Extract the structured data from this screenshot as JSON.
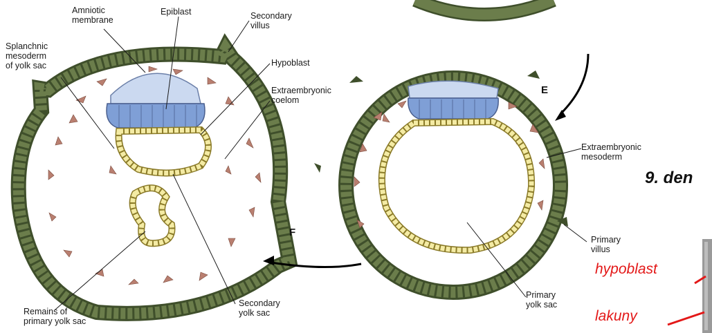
{
  "colors": {
    "trophoblast": "#6b7d4b",
    "trophoblast_dark": "#3f4f2b",
    "epiblast": "#7f9fd6",
    "amnion": "#cbd9f0",
    "yolk": "#f4eba4",
    "yolk_edge": "#8a7a28",
    "mesoderm": "#b97f70",
    "arrow": "#000000",
    "red_label": "#e31818"
  },
  "panel_f": {
    "amniotic_membrane": "Amniotic\nmembrane",
    "epiblast": "Epiblast",
    "secondary_villus": "Secondary\nvillus",
    "splanchnic": "Splanchnic\nmesoderm\nof yolk sac",
    "hypoblast": "Hypoblast",
    "extra_coelom": "Extraembryonic\ncoelom",
    "letter": "F",
    "remains": "Remains of\nprimary yolk sac",
    "secondary_yolk": "Secondary\nyolk sac"
  },
  "panel_e": {
    "letter": "E",
    "extra_mesoderm": "Extraembryonic\nmesoderm",
    "primary_villus": "Primary\nvillus",
    "primary_yolk": "Primary\nyolk sac"
  },
  "side": {
    "day": "9. den",
    "hypoblast": "hypoblast",
    "lakuny": "lakuny"
  }
}
